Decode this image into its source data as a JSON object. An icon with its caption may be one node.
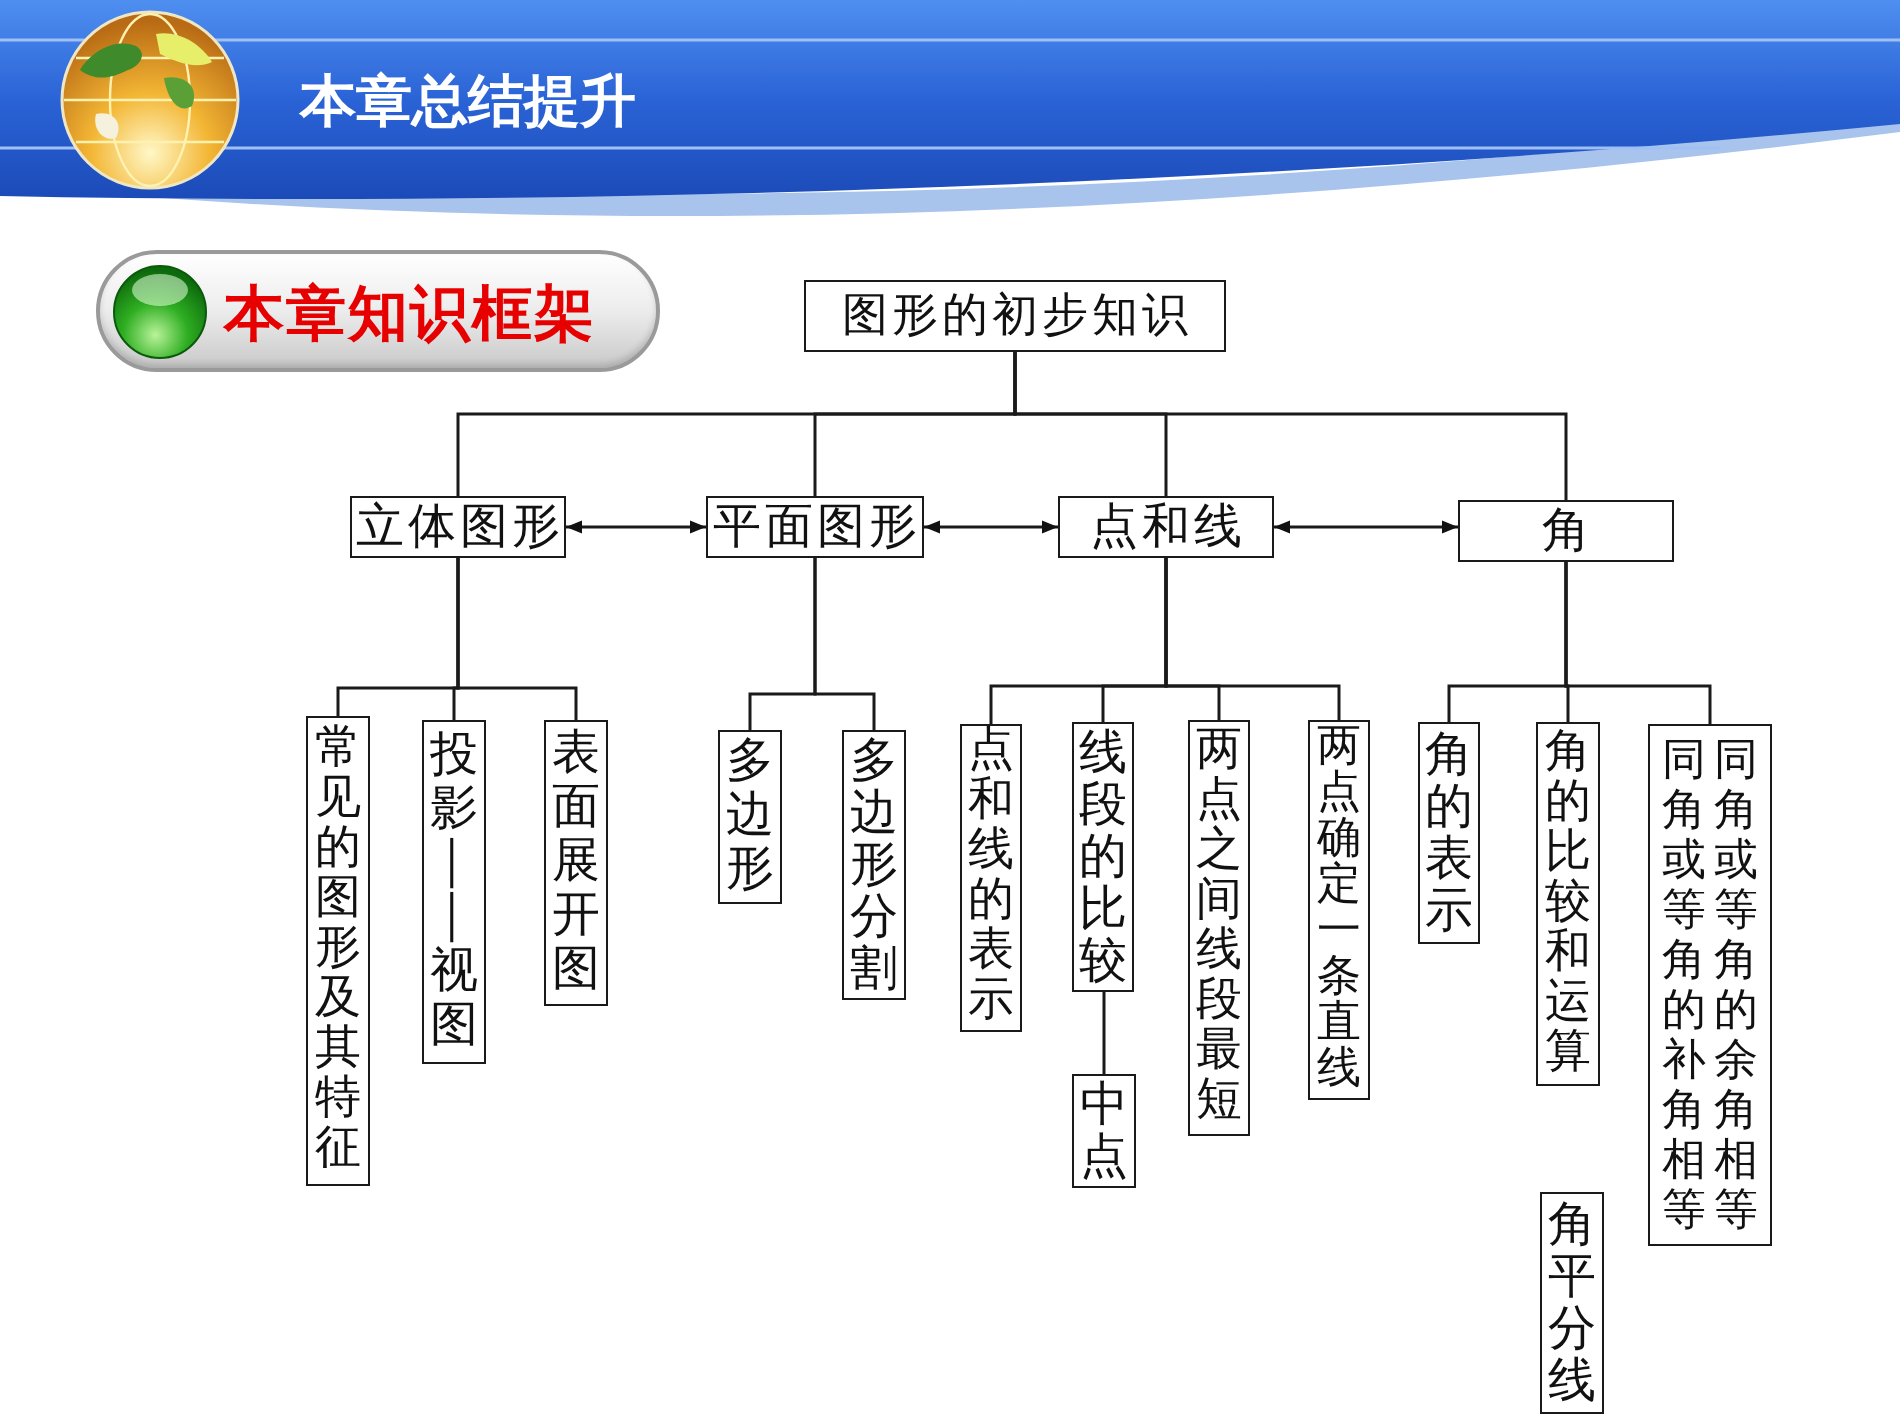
{
  "diagram": {
    "title": "本章总结提升",
    "nodes": [
      {
        "text": [
          "本章知识框架"
        ]
      },
      {
        "text": [
          "图形的初步知识"
        ]
      },
      {
        "text": [
          "立体图形"
        ]
      },
      {
        "text": [
          "平面图形"
        ]
      },
      {
        "text": [
          "点和线"
        ]
      },
      {
        "text": [
          "角"
        ]
      },
      {
        "text": [
          "常见的图形及其特征"
        ]
      },
      {
        "text": [
          "投影——视图"
        ]
      },
      {
        "text": [
          "表面展开图"
        ]
      },
      {
        "text": [
          "多边形"
        ]
      },
      {
        "text": [
          "多边形分割"
        ]
      },
      {
        "text": [
          "点和线的表示"
        ]
      },
      {
        "text": [
          "线段的比较"
        ]
      },
      {
        "text": [
          "中点"
        ]
      },
      {
        "text": [
          "两点之间线段最短"
        ]
      },
      {
        "text": [
          "两点确定一条直线"
        ]
      },
      {
        "text": [
          "角的表示"
        ]
      },
      {
        "text": [
          "角的比较和运算"
        ]
      },
      {
        "text": [
          "同角或等角的补角相等",
          "同角或等角的余角相等"
        ]
      },
      {
        "text": [
          "角平分线"
        ]
      }
    ],
    "edges": [
      {
        "from": 1,
        "to": 2,
        "arrow": "none"
      },
      {
        "from": 1,
        "to": 3,
        "arrow": "none"
      },
      {
        "from": 1,
        "to": 4,
        "arrow": "none"
      },
      {
        "from": 1,
        "to": 5,
        "arrow": "none"
      },
      {
        "from": 2,
        "to": 3,
        "arrow": "both"
      },
      {
        "from": 3,
        "to": 4,
        "arrow": "both"
      },
      {
        "from": 4,
        "to": 5,
        "arrow": "both"
      },
      {
        "from": 2,
        "to": 6,
        "arrow": "none"
      },
      {
        "from": 2,
        "to": 7,
        "arrow": "none"
      },
      {
        "from": 2,
        "to": 8,
        "arrow": "none"
      },
      {
        "from": 3,
        "to": 9,
        "arrow": "none"
      },
      {
        "from": 3,
        "to": 10,
        "arrow": "none"
      },
      {
        "from": 4,
        "to": 11,
        "arrow": "none"
      },
      {
        "from": 4,
        "to": 12,
        "arrow": "none"
      },
      {
        "from": 4,
        "to": 14,
        "arrow": "none"
      },
      {
        "from": 4,
        "to": 15,
        "arrow": "none"
      },
      {
        "from": 12,
        "to": 13,
        "arrow": "none"
      },
      {
        "from": 5,
        "to": 16,
        "arrow": "none"
      },
      {
        "from": 5,
        "to": 17,
        "arrow": "none"
      },
      {
        "from": 5,
        "to": 18,
        "arrow": "none"
      }
    ]
  }
}
